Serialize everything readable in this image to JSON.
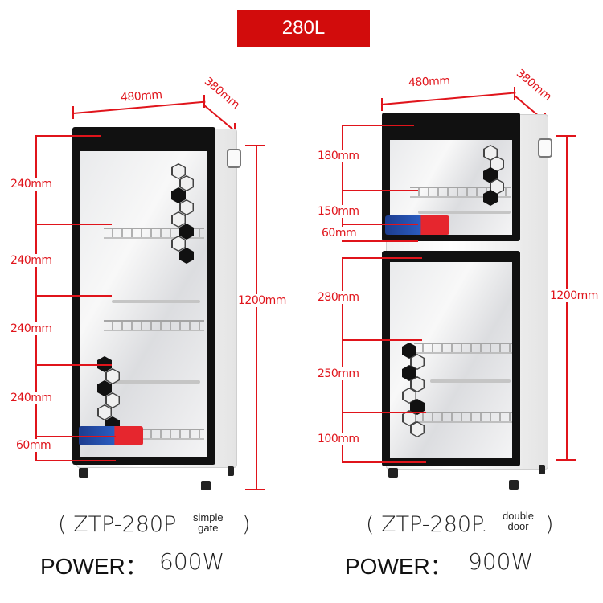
{
  "header": {
    "capacity_label": "280L",
    "accent_color": "#d20c0c"
  },
  "dimension_color": "#e0141b",
  "left_cabinet": {
    "width_label": "480mm",
    "depth_label": "380mm",
    "height_label": "1200mm",
    "section_labels": [
      "240mm",
      "240mm",
      "240mm",
      "240mm",
      "60mm"
    ],
    "model": "( ZTP-280P",
    "variant_line1": "simple",
    "variant_line2": "gate",
    "model_close": ")",
    "power_label": "POWER：",
    "power_value": "600W"
  },
  "right_cabinet": {
    "width_label": "480mm",
    "depth_label": "380mm",
    "height_label": "1200mm",
    "section_labels": [
      "180mm",
      "150mm",
      "60mm",
      "280mm",
      "250mm",
      "100mm"
    ],
    "model": "( ZTP-280P.",
    "variant_line1": "double",
    "variant_line2": "door",
    "model_close": ")",
    "power_label": "POWER：",
    "power_value": "900W"
  }
}
